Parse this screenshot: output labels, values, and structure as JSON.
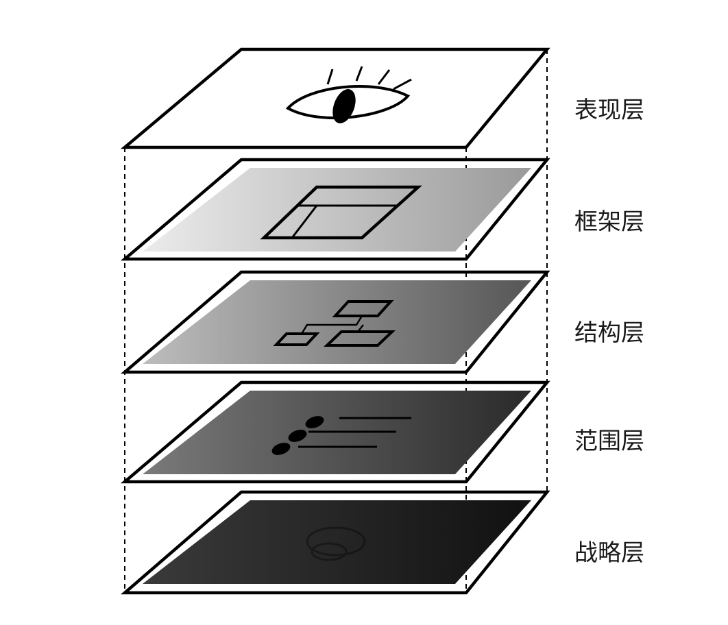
{
  "layers": [
    {
      "label": "表现层",
      "icon": "eye-icon"
    },
    {
      "label": "框架层",
      "icon": "wireframe-icon"
    },
    {
      "label": "结构层",
      "icon": "flowchart-icon"
    },
    {
      "label": "范围层",
      "icon": "list-icon"
    },
    {
      "label": "战略层",
      "icon": "target-icon"
    }
  ]
}
